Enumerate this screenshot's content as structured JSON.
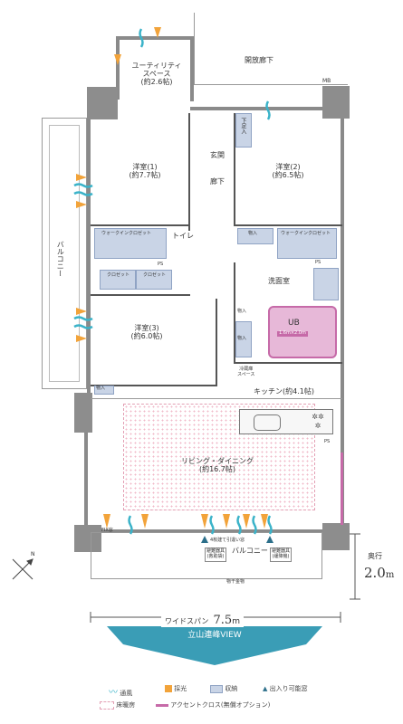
{
  "rooms": {
    "utility": "ユーティリティ\nスペース\n(約2.6帖)",
    "open_corridor": "開放廊下",
    "mb": "MB",
    "entrance": "玄関",
    "shoe_box": "下足入",
    "corridor": "廊下",
    "western1": "洋室(1)\n(約7.7帖)",
    "western2": "洋室(2)\n(約6.5帖)",
    "western3": "洋室(3)\n(約6.0帖)",
    "balcony_side": "バルコニー",
    "wic1": "ウォークインクロゼット",
    "wic2": "ウォークインクロゼット",
    "toilet": "トイレ",
    "closet1": "クロゼット",
    "closet2": "クロゼット",
    "ps": "PS",
    "storage": "物入",
    "washroom": "洗面室",
    "ub": "UB",
    "ub_size": "1.6m×2.0m",
    "fridge": "冷蔵庫\nスペース",
    "kitchen": "キッチン(約4.1帖)",
    "living": "リビング・ダイニング\n(約16.7帖)",
    "balcony_main": "バルコニー",
    "evac1": "避難器具\n(救助袋)",
    "evac2": "避難器具\n(緩降機)",
    "window_note": "4枚建て引違い窓",
    "laundry": "物干金物",
    "fix": "FIX窓"
  },
  "dimensions": {
    "depth_label": "奥行",
    "depth_value": "2.0",
    "depth_unit": "m",
    "width_label": "ワイドスパン",
    "width_value": "7.5",
    "width_unit": "m"
  },
  "view_banner": "立山連峰VIEW",
  "legend": {
    "wind": "通風",
    "light": "採光",
    "storage": "収納",
    "door": "出入り可能窓",
    "floor_heating": "床暖房",
    "accent": "アクセントクロス(無償オプション)"
  },
  "colors": {
    "wind": "#3bb3c9",
    "light": "#f2a33a",
    "storage": "#c9d4e6",
    "accent": "#c66aa8",
    "ub_fill": "#e7b8d8",
    "banner": "#3a9db6"
  },
  "compass": "N"
}
